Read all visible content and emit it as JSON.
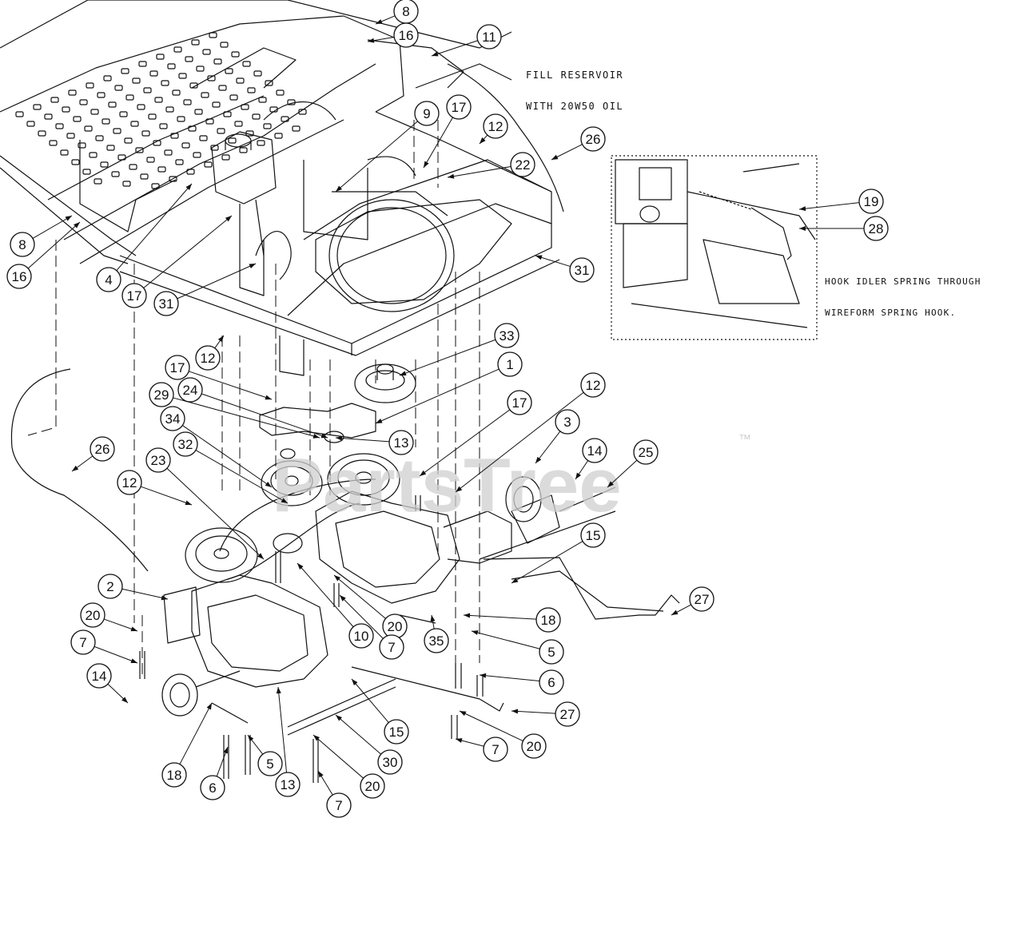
{
  "diagram": {
    "notes": {
      "fill_line1": "FILL RESERVOIR",
      "fill_line2": "WITH 20W50 OIL",
      "hook_line1": "HOOK IDLER SPRING THROUGH",
      "hook_line2": "WIREFORM SPRING HOOK."
    },
    "watermark": {
      "text": "PartsTree",
      "mark": "™"
    },
    "callouts": [
      {
        "id": "c-8a",
        "label": "8"
      },
      {
        "id": "c-16a",
        "label": "16"
      },
      {
        "id": "c-11",
        "label": "11"
      },
      {
        "id": "c-9",
        "label": "9"
      },
      {
        "id": "c-17a",
        "label": "17"
      },
      {
        "id": "c-12a",
        "label": "12"
      },
      {
        "id": "c-26a",
        "label": "26"
      },
      {
        "id": "c-22",
        "label": "22"
      },
      {
        "id": "c-8b",
        "label": "8"
      },
      {
        "id": "c-16b",
        "label": "16"
      },
      {
        "id": "c-4",
        "label": "4"
      },
      {
        "id": "c-17b",
        "label": "17"
      },
      {
        "id": "c-31a",
        "label": "31"
      },
      {
        "id": "c-31b",
        "label": "31"
      },
      {
        "id": "c-19",
        "label": "19"
      },
      {
        "id": "c-28",
        "label": "28"
      },
      {
        "id": "c-12b",
        "label": "12"
      },
      {
        "id": "c-33",
        "label": "33"
      },
      {
        "id": "c-1",
        "label": "1"
      },
      {
        "id": "c-17c",
        "label": "17"
      },
      {
        "id": "c-24",
        "label": "24"
      },
      {
        "id": "c-29",
        "label": "29"
      },
      {
        "id": "c-12c",
        "label": "12"
      },
      {
        "id": "c-17d",
        "label": "17"
      },
      {
        "id": "c-34",
        "label": "34"
      },
      {
        "id": "c-13a",
        "label": "13"
      },
      {
        "id": "c-3",
        "label": "3"
      },
      {
        "id": "c-14a",
        "label": "14"
      },
      {
        "id": "c-25",
        "label": "25"
      },
      {
        "id": "c-26b",
        "label": "26"
      },
      {
        "id": "c-32",
        "label": "32"
      },
      {
        "id": "c-23",
        "label": "23"
      },
      {
        "id": "c-12d",
        "label": "12"
      },
      {
        "id": "c-15a",
        "label": "15"
      },
      {
        "id": "c-2",
        "label": "2"
      },
      {
        "id": "c-27a",
        "label": "27"
      },
      {
        "id": "c-20a",
        "label": "20"
      },
      {
        "id": "c-10",
        "label": "10"
      },
      {
        "id": "c-20b",
        "label": "20"
      },
      {
        "id": "c-18a",
        "label": "18"
      },
      {
        "id": "c-7a",
        "label": "7"
      },
      {
        "id": "c-7b",
        "label": "7"
      },
      {
        "id": "c-35",
        "label": "35"
      },
      {
        "id": "c-5a",
        "label": "5"
      },
      {
        "id": "c-14b",
        "label": "14"
      },
      {
        "id": "c-6a",
        "label": "6"
      },
      {
        "id": "c-27b",
        "label": "27"
      },
      {
        "id": "c-15b",
        "label": "15"
      },
      {
        "id": "c-20c",
        "label": "20"
      },
      {
        "id": "c-7c",
        "label": "7"
      },
      {
        "id": "c-30",
        "label": "30"
      },
      {
        "id": "c-18b",
        "label": "18"
      },
      {
        "id": "c-5b",
        "label": "5"
      },
      {
        "id": "c-13b",
        "label": "13"
      },
      {
        "id": "c-6b",
        "label": "6"
      },
      {
        "id": "c-20d",
        "label": "20"
      },
      {
        "id": "c-7d",
        "label": "7"
      }
    ]
  }
}
